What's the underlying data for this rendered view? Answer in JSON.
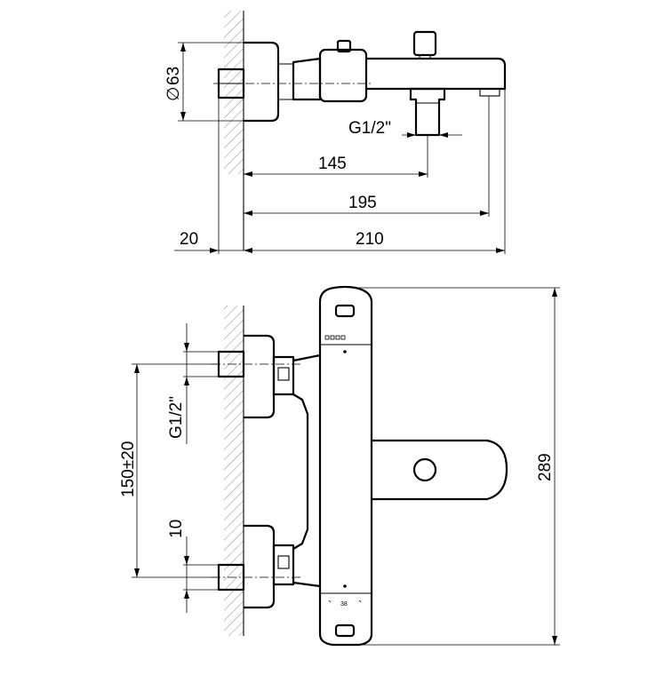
{
  "diagram": {
    "side_view": {
      "dims": {
        "pipe_diameter": "63",
        "thread": "G1/2\"",
        "dist_outlet_1": "145",
        "dist_outlet_2": "195",
        "wall_offset": "20",
        "total_depth": "210"
      }
    },
    "front_view": {
      "dims": {
        "thread": "G1/2\"",
        "connection_spacing": "150±20",
        "offset": "10",
        "height": "289"
      },
      "dial_marking": "38"
    }
  }
}
